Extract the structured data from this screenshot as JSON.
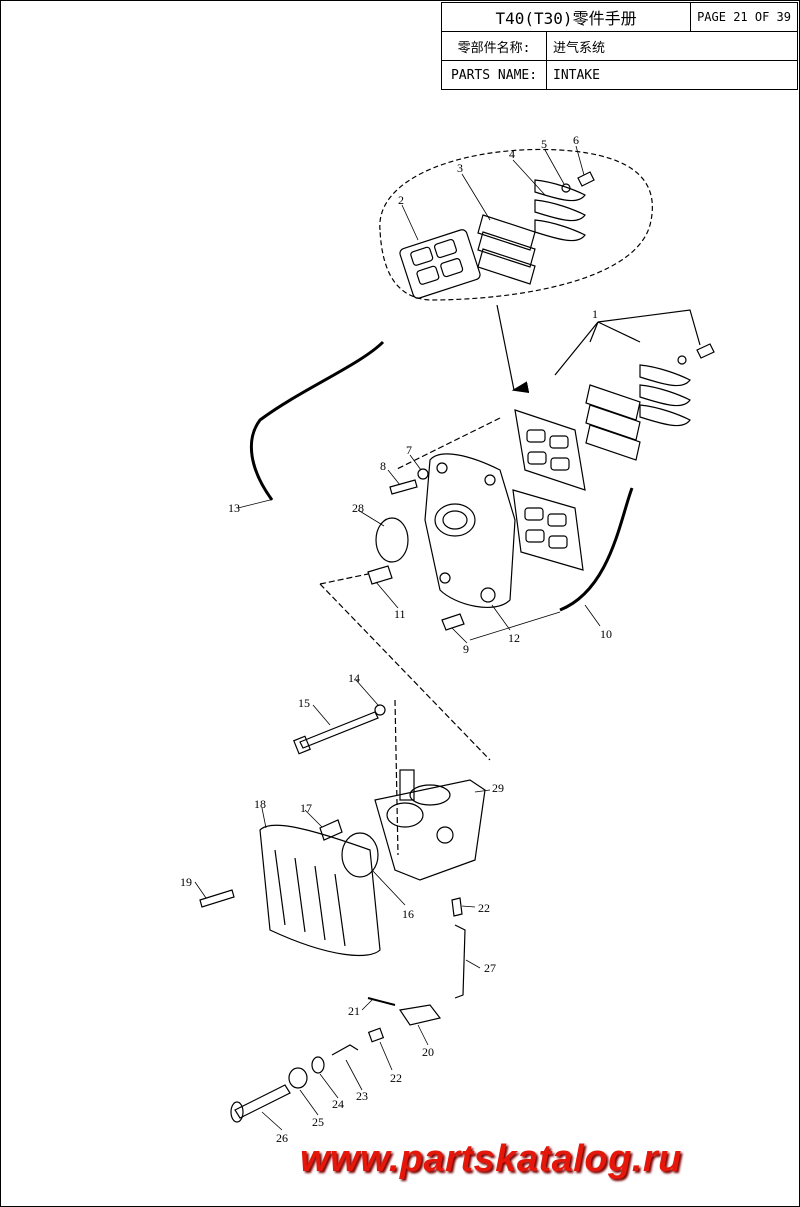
{
  "header": {
    "title": "T40(T30)零件手册",
    "page": "PAGE 21 OF 39",
    "part_name_label_cn": "零部件名称:",
    "part_name_cn": "进气系统",
    "part_name_label_en": "PARTS NAME:",
    "part_name_en": "INTAKE"
  },
  "callouts": [
    "1",
    "2",
    "3",
    "4",
    "5",
    "6",
    "7",
    "8",
    "9",
    "10",
    "11",
    "12",
    "13",
    "14",
    "15",
    "16",
    "17",
    "18",
    "19",
    "20",
    "21",
    "22",
    "22",
    "23",
    "24",
    "25",
    "26",
    "27",
    "28",
    "29"
  ],
  "watermark": "www.partskatalog.ru",
  "colors": {
    "watermark": "#e4170a",
    "line": "#000000"
  }
}
